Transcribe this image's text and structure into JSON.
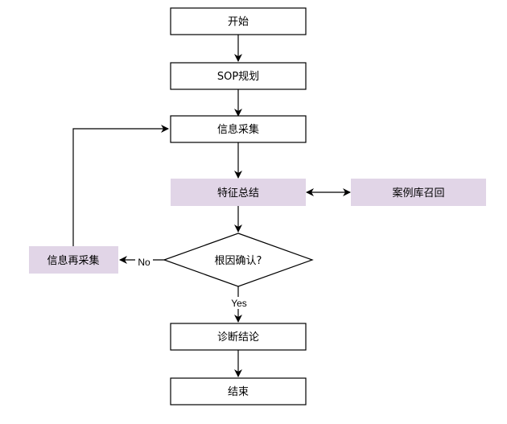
{
  "diagram": {
    "type": "flowchart",
    "colors": {
      "stroke": "#000000",
      "plain_fill": "#ffffff",
      "highlight_fill": "#e1d5e7",
      "background": "#ffffff"
    },
    "nodes": {
      "start": "开始",
      "sop_planning": "SOP规划",
      "info_collection": "信息采集",
      "feature_summary": "特征总结",
      "case_recall": "案例库召回",
      "root_cause_confirm": "根因确认?",
      "info_recollection": "信息再采集",
      "diagnosis_conclusion": "诊断结论",
      "end": "结束"
    },
    "edges": {
      "no_label": "No",
      "yes_label": "Yes"
    }
  }
}
